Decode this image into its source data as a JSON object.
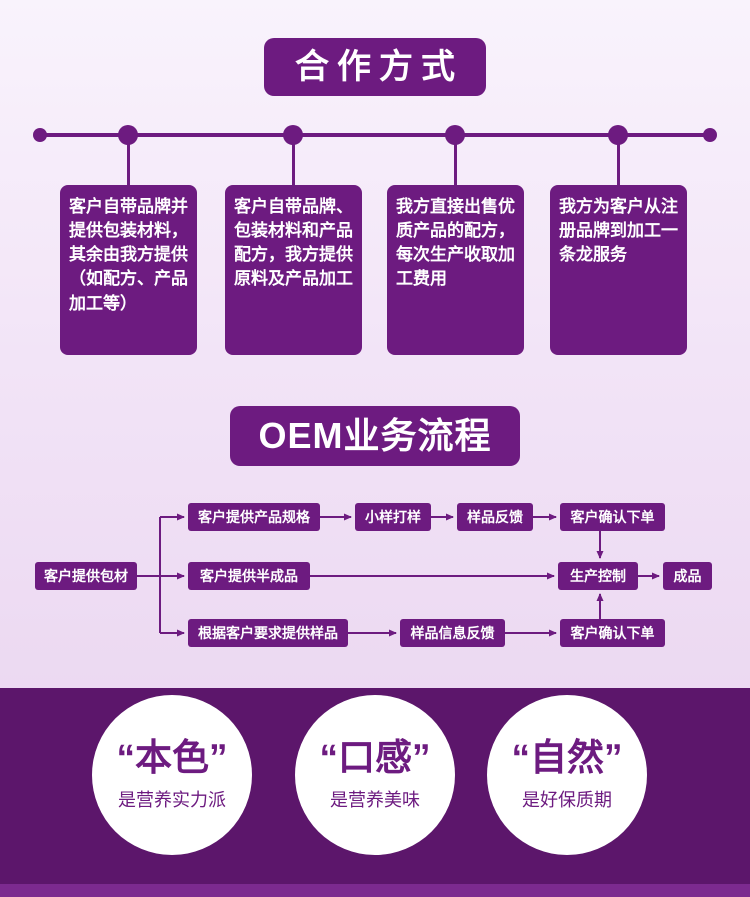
{
  "colors": {
    "accent": "#6d1b80",
    "accent_dark": "#5c166b",
    "footer_strip": "#7c2a8f",
    "bg_top": "#f9f3fc",
    "bg_bottom": "#e8d2ee",
    "text_on_accent": "#ffffff"
  },
  "cooperation": {
    "title": "合作方式",
    "cards": [
      "客户自带品牌并提供包装材料，其余由我方提供（如配方、产品加工等）",
      "客户自带品牌、包装材料和产品配方，我方提供原料及产品加工",
      "我方直接出售优质产品的配方，每次生产收取加工费用",
      "我方为客户从注册品牌到加工一条龙服务"
    ]
  },
  "oem": {
    "title": "OEM业务流程",
    "nodes": {
      "start": "客户提供包材",
      "spec": "客户提供产品规格",
      "sample_making": "小样打样",
      "sample_feedback": "样品反馈",
      "confirm_order_top": "客户确认下单",
      "semi_finished": "客户提供半成品",
      "production_control": "生产控制",
      "finished_product": "成品",
      "provide_samples": "根据客户要求提供样品",
      "sample_info_feedback": "样品信息反馈",
      "confirm_order_bottom": "客户确认下单"
    }
  },
  "features": [
    {
      "title": "“本色”",
      "subtitle": "是营养实力派"
    },
    {
      "title": "“口感”",
      "subtitle": "是营养美味"
    },
    {
      "title": "“自然”",
      "subtitle": "是好保质期"
    }
  ]
}
